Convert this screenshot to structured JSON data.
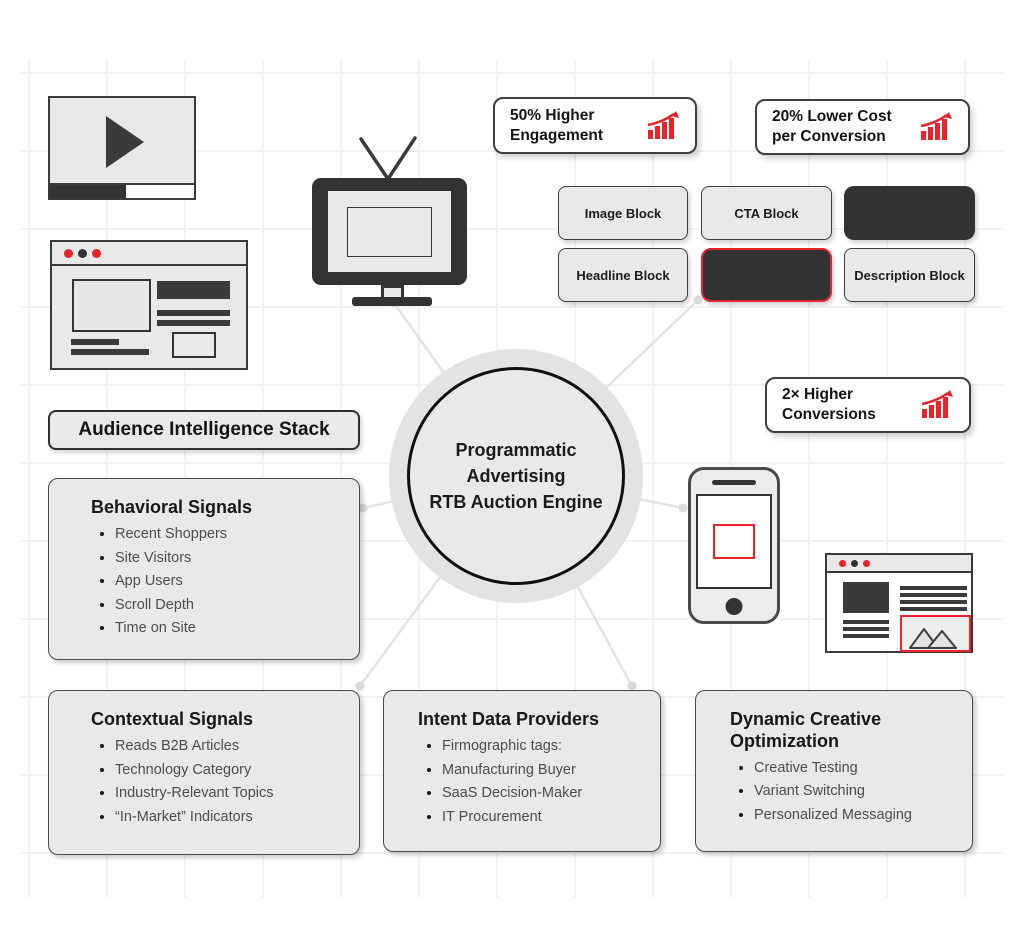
{
  "colors": {
    "accent_red": "#e8232a",
    "dark": "#333333",
    "panel_fill": "#e9e9e9",
    "badge_bg": "#ffffff",
    "connector": "#e3e3e3"
  },
  "hero": {
    "lines": [
      "Programmatic",
      "Advertising",
      "RTB Auction Engine"
    ]
  },
  "stats": [
    {
      "line1": "50% Higher",
      "line2": "Engagement",
      "icon": "growth-chart-icon"
    },
    {
      "line1": "20% Lower Cost",
      "line2": "per Conversion",
      "icon": "growth-chart-icon"
    },
    {
      "line1": "2× Higher",
      "line2": "Conversions",
      "icon": "growth-chart-icon"
    }
  ],
  "creative_blocks": [
    {
      "label": "Image Block",
      "variant": "light"
    },
    {
      "label": "CTA Block",
      "variant": "light"
    },
    {
      "label": "",
      "variant": "dark"
    },
    {
      "label": "Headline Block",
      "variant": "light"
    },
    {
      "label": "",
      "variant": "dark-red"
    },
    {
      "label": "Description Block",
      "variant": "light"
    }
  ],
  "audience_stack_label": "Audience Intelligence Stack",
  "panels": {
    "behavioral": {
      "title": "Behavioral Signals",
      "items": [
        "Recent Shoppers",
        "Site Visitors",
        "App Users",
        "Scroll Depth",
        "Time on Site"
      ]
    },
    "contextual": {
      "title": "Contextual Signals",
      "items": [
        "Reads B2B Articles",
        "Technology Category",
        "Industry-Relevant Topics",
        "“In-Market” Indicators"
      ]
    },
    "intent": {
      "title": "Intent Data Providers",
      "items": [
        "Firmographic tags:",
        "Manufacturing Buyer",
        "SaaS Decision-Maker",
        "IT Procurement"
      ]
    },
    "dynamic": {
      "title": "Dynamic Creative Optimization",
      "items": [
        "Creative Testing",
        "Variant Switching",
        "Personalized Messaging"
      ]
    }
  }
}
